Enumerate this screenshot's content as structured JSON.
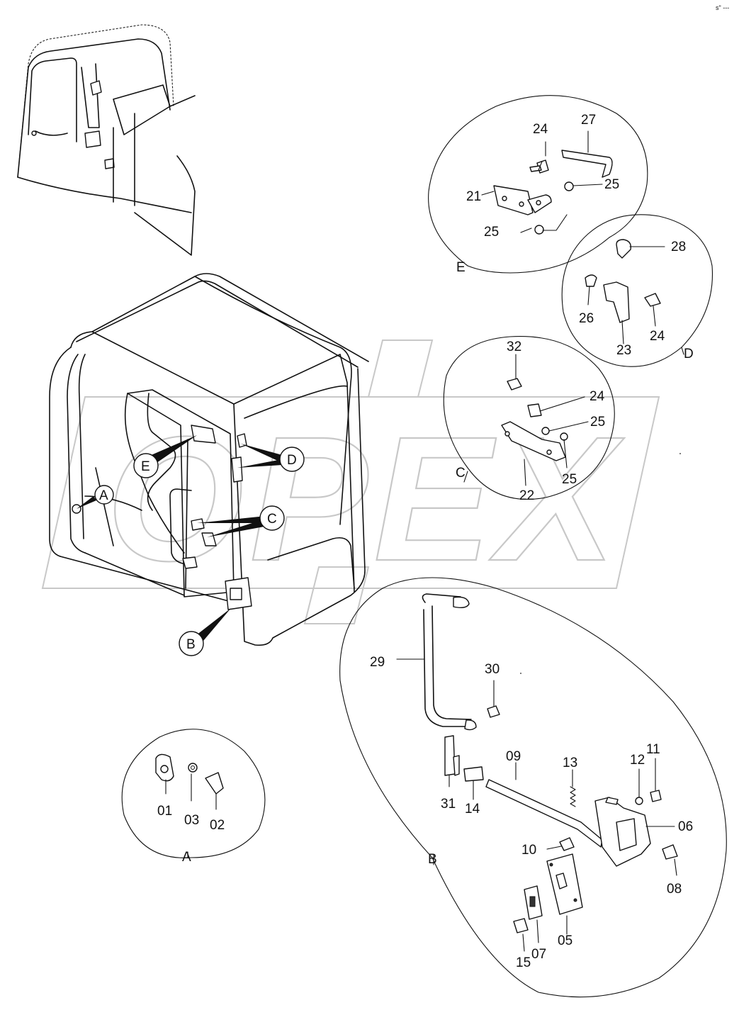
{
  "watermark": {
    "brand": "OPEX"
  },
  "corner_mark": "s\" ---",
  "callouts": {
    "main_A": "A",
    "main_B": "B",
    "main_C": "C",
    "main_D": "D",
    "main_E": "E",
    "detail_A": "A",
    "detail_B": "B",
    "detail_C": "C",
    "detail_D": "D",
    "detail_E": "E"
  },
  "parts": {
    "p01": "01",
    "p02": "02",
    "p03": "03",
    "p05": "05",
    "p06": "06",
    "p07": "07",
    "p08": "08",
    "p09": "09",
    "p10": "10",
    "p11": "11",
    "p12": "12",
    "p13": "13",
    "p14": "14",
    "p15": "15",
    "p21": "21",
    "p22": "22",
    "p23": "23",
    "p24_E": "24",
    "p24_C": "24",
    "p24_D": "24",
    "p25_E1": "25",
    "p25_E2": "25",
    "p25_C1": "25",
    "p25_C2": "25",
    "p26": "26",
    "p27": "27",
    "p28": "28",
    "p29": "29",
    "p30": "30",
    "p31": "31",
    "p32": "32"
  }
}
